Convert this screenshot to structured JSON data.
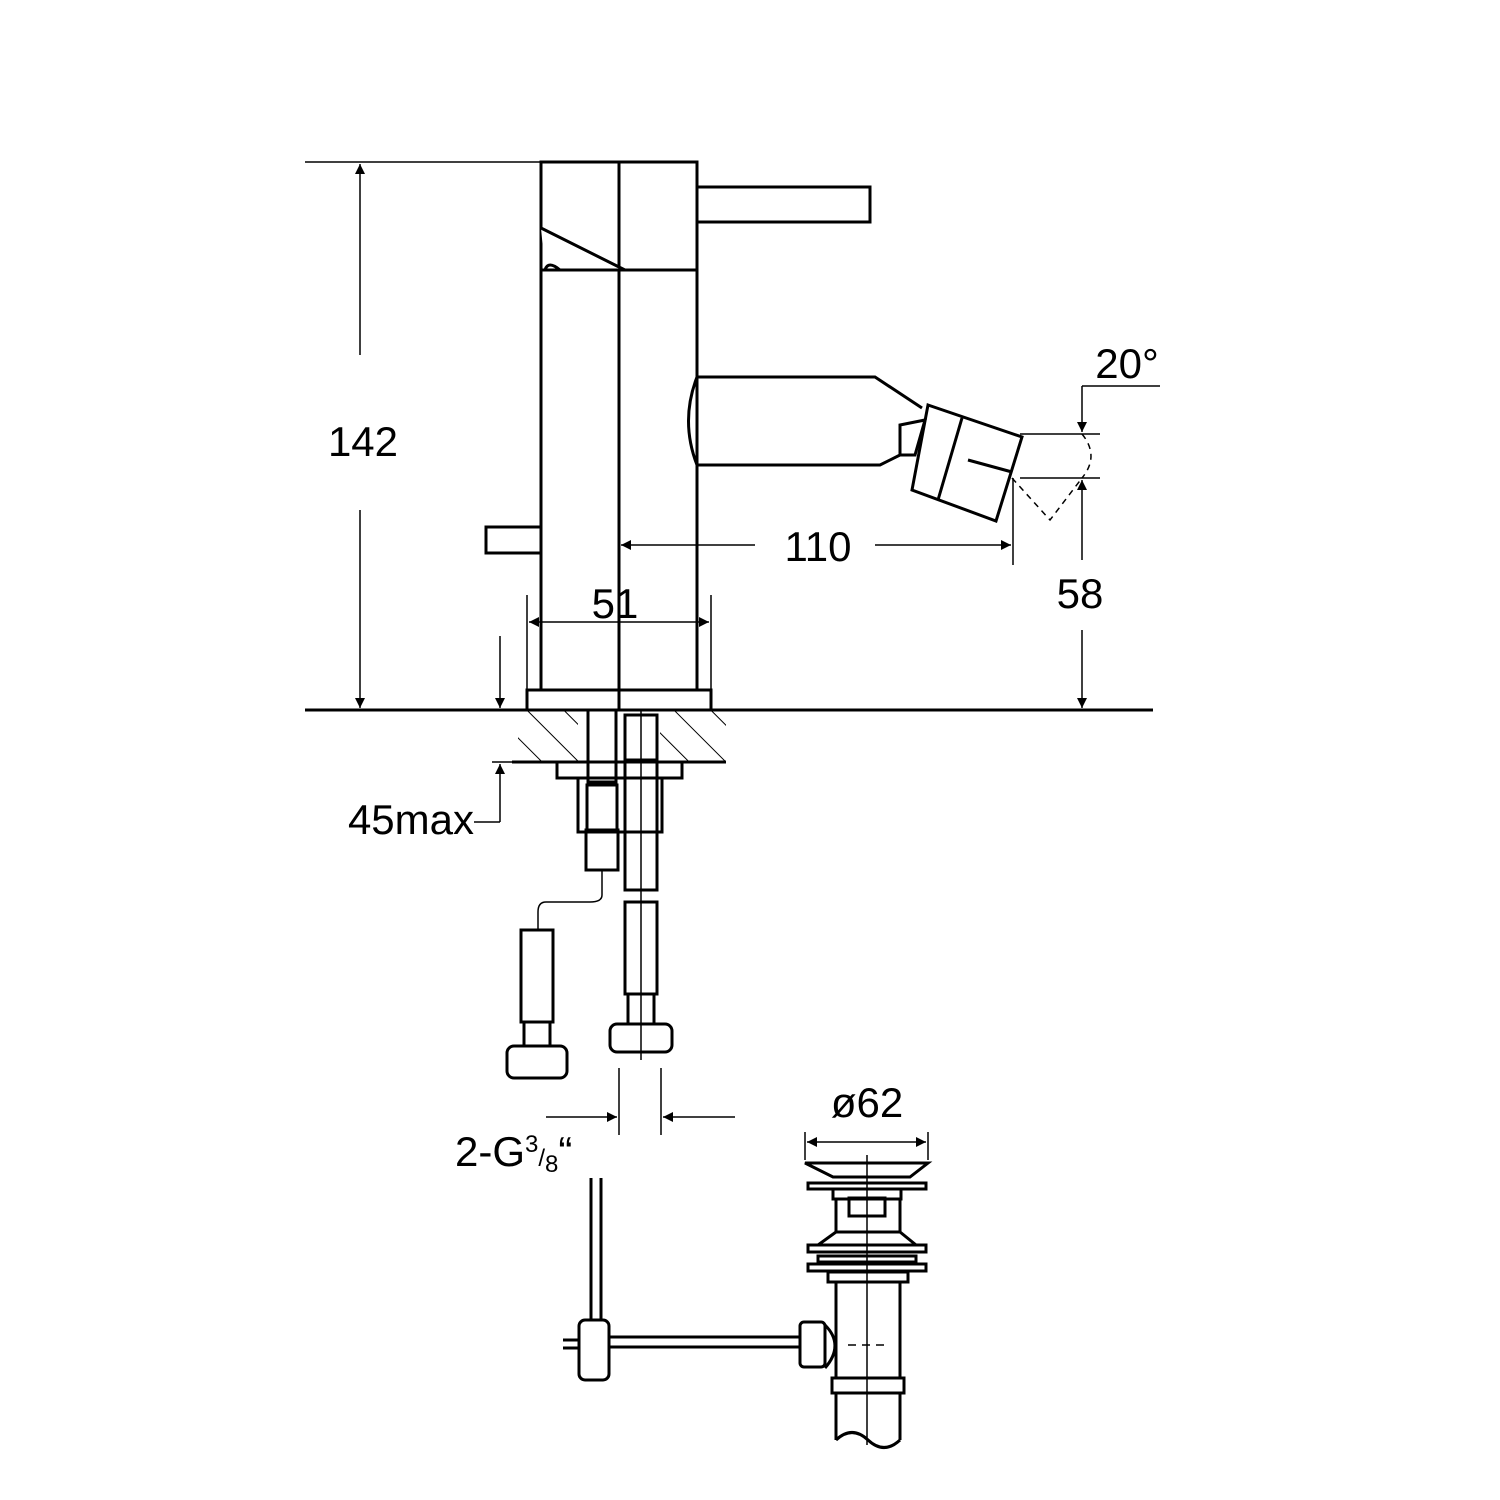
{
  "drawing": {
    "dimensions": {
      "height_total": "142",
      "spout_angle": "20°",
      "spout_reach": "110",
      "spout_height": "58",
      "body_width": "51",
      "deck_thickness": "45max",
      "connection_prefix": "2-G",
      "connection_num": "3",
      "connection_den": "8",
      "connection_suffix": "“",
      "drain_diameter": "ø62"
    },
    "colors": {
      "line": "#000000",
      "background": "#ffffff"
    }
  }
}
